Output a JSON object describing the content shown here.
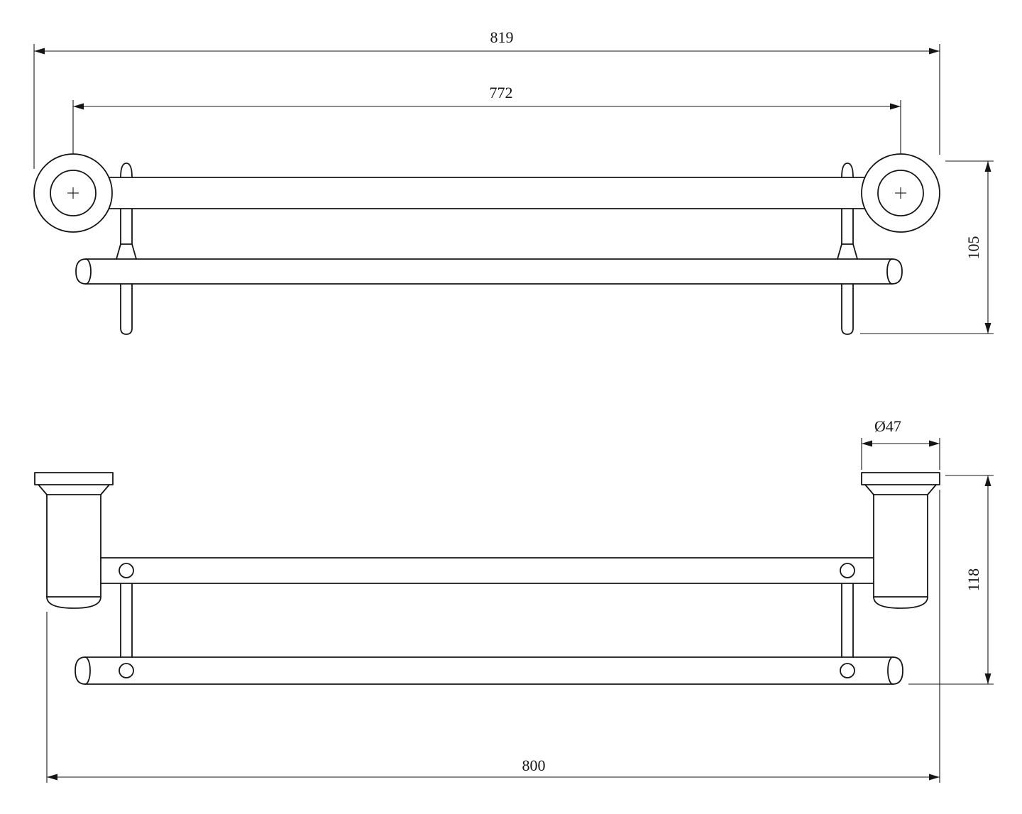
{
  "drawing": {
    "front_view": {
      "overall_width": "819",
      "centers_distance": "772",
      "height": "105"
    },
    "plan_view": {
      "post_diameter": "Ø47",
      "depth": "118",
      "bar_length": "800"
    }
  }
}
